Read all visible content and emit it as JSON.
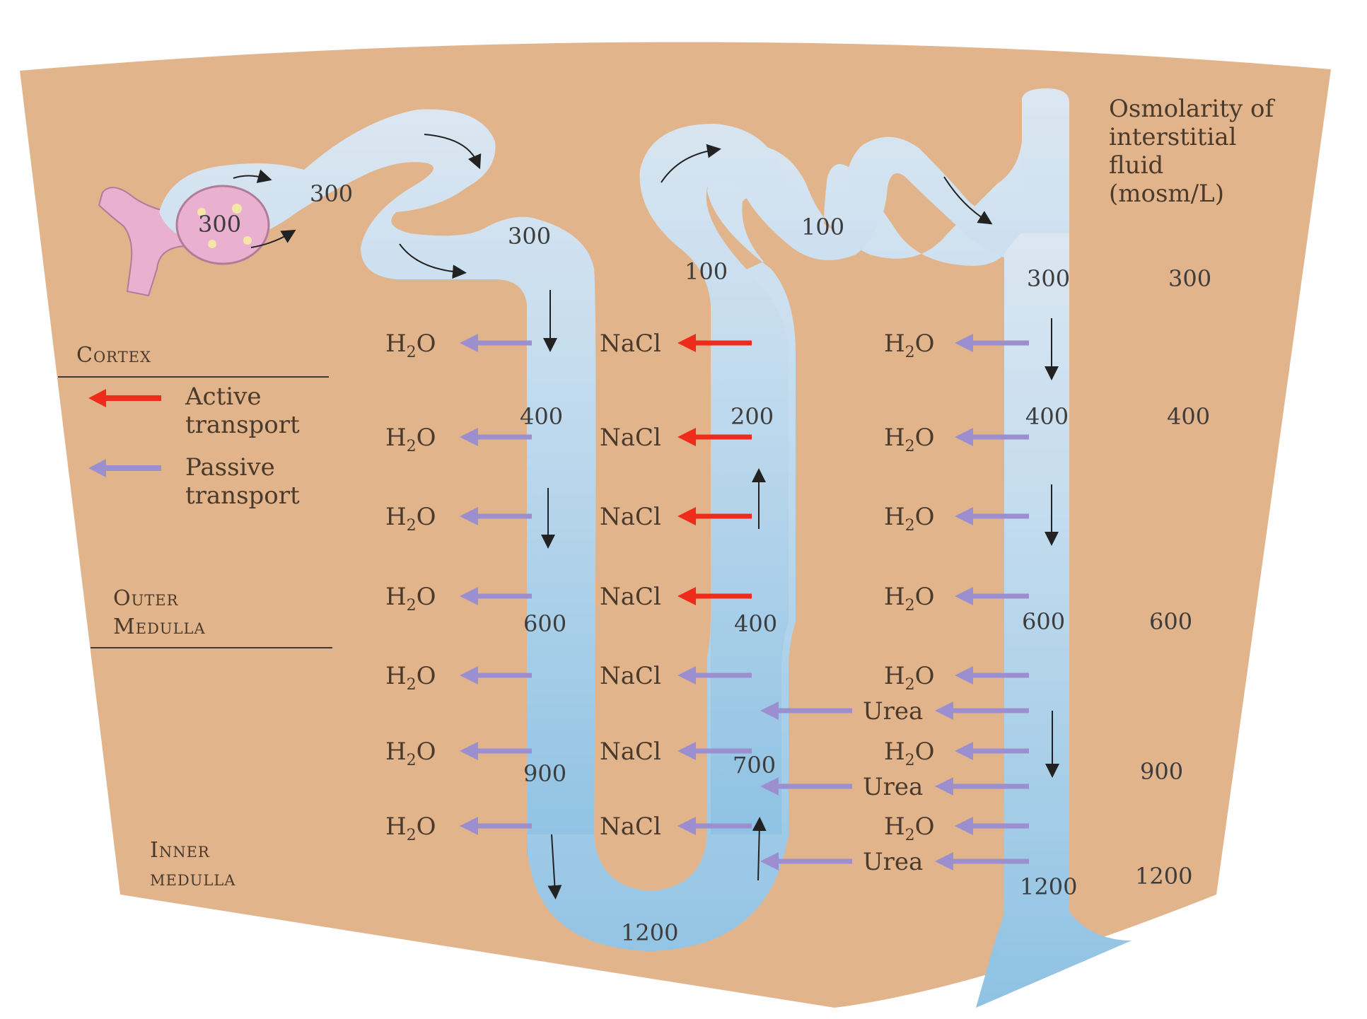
{
  "colors": {
    "background": "#e2b48c",
    "tubule": "#b3d3e8",
    "glomerulus": "#e9b0cf",
    "active_arrow": "#ef2b1c",
    "passive_arrow": "#9c8fd0"
  },
  "header": {
    "line1": "Osmolarity of",
    "line2": "interstitial",
    "line3": "fluid",
    "line4": "(mosm/L)"
  },
  "zones": {
    "cortex": "Cortex",
    "outer1": "Outer",
    "outer2": "Medulla",
    "inner1": "Inner",
    "inner2": "medulla"
  },
  "legend": {
    "active1": "Active",
    "active2": "transport",
    "passive1": "Passive",
    "passive2": "transport"
  },
  "interstitial_values": [
    "300",
    "400",
    "600",
    "900",
    "1200"
  ],
  "proximal_labels": {
    "glomerulus": "300",
    "tubule1": "300",
    "tubule2": "300"
  },
  "descending_limb_values": [
    "400",
    "600",
    "900"
  ],
  "loop_bottom": "1200",
  "ascending_limb_values": [
    "100",
    "200",
    "400",
    "700"
  ],
  "distal_tubule_value": "100",
  "collecting_duct_values": [
    "300",
    "400",
    "600",
    "1200"
  ],
  "substances": {
    "water": "H",
    "water_sub": "2",
    "water_tail": "O",
    "nacl": "NaCl",
    "urea": "Urea"
  }
}
